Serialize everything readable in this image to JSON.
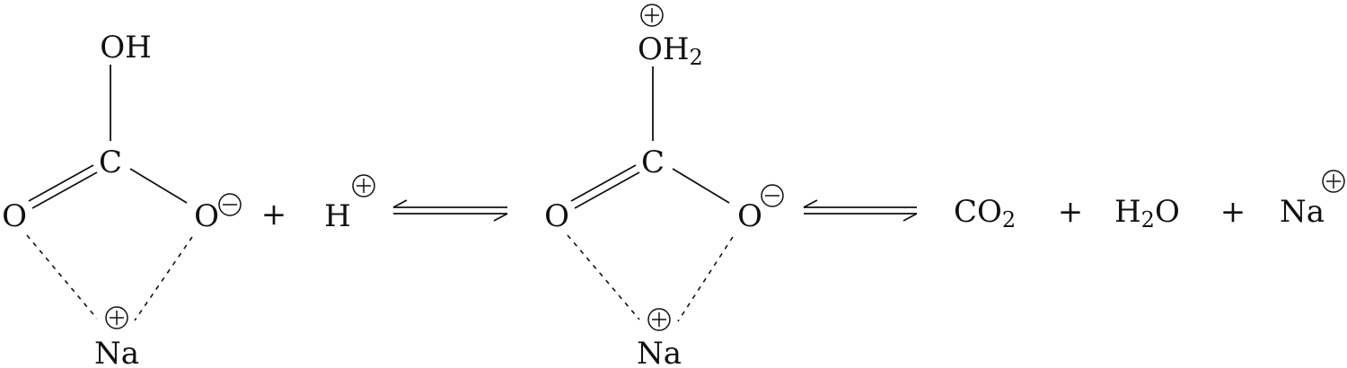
{
  "scheme": {
    "species1": {
      "top_group": "OH",
      "center": "C",
      "left_oxygen": "O",
      "right_oxygen": "O",
      "bottom": "Na",
      "right_oxygen_charge": "minus",
      "bottom_charge": "plus"
    },
    "plus_1": "+",
    "proton": {
      "symbol": "H",
      "charge": "plus"
    },
    "species2": {
      "top_group_main": "OH",
      "top_group_sub": "2",
      "top_group_charge": "plus",
      "center": "C",
      "left_oxygen": "O",
      "right_oxygen": "O",
      "bottom": "Na",
      "right_oxygen_charge": "minus",
      "bottom_charge": "plus"
    },
    "products": [
      {
        "main": "CO",
        "sub": "2"
      },
      {
        "main": "H",
        "sub": "2",
        "tail": "O"
      },
      {
        "main": "Na",
        "charge": "plus"
      }
    ],
    "plus_2": "+",
    "plus_3": "+",
    "arrows": [
      "equilibrium",
      "equilibrium"
    ]
  }
}
